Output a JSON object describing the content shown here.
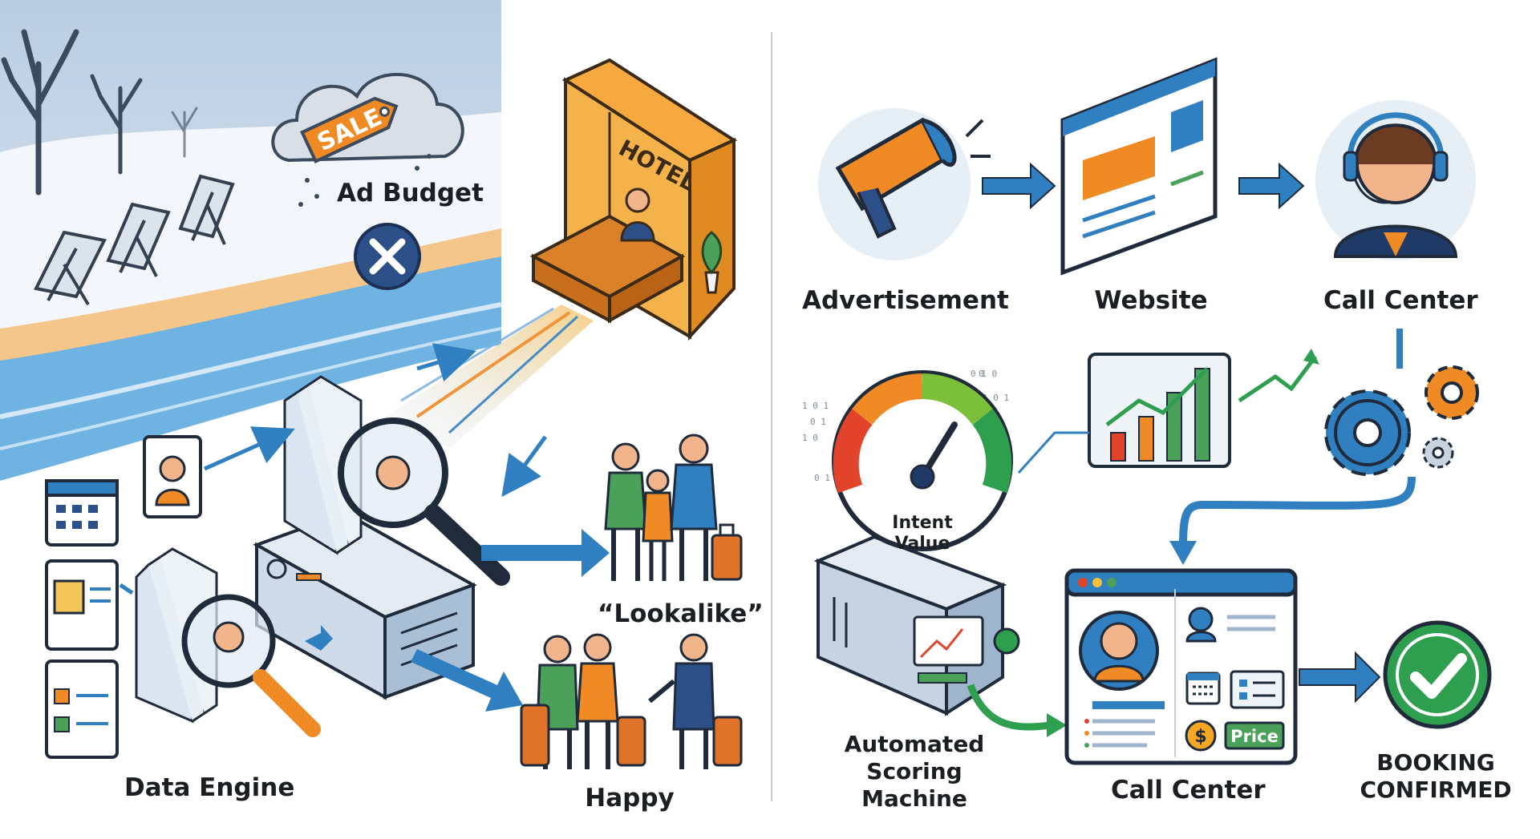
{
  "left_panel": {
    "sale_tag": "SALE",
    "ad_budget": "Ad Budget",
    "hotel_sign": "HOTEL",
    "lookalike": "“Lookalike”",
    "happy": "Happy",
    "data_engine": "Data Engine"
  },
  "right_panel": {
    "flow_top": [
      "Advertisement",
      "Website",
      "Call Center"
    ],
    "gauge_label": "Intent Value",
    "scoring_machine": "Automated Scoring Machine",
    "call_center_bottom": "Call Center",
    "price_chip": "Price",
    "booking": "BOOKING CONFIRMED"
  },
  "colors": {
    "accent_blue": "#2f7fc1",
    "accent_orange": "#f08a24",
    "accent_green": "#2e9e4f",
    "outline": "#1f2a3a"
  },
  "icons": [
    "leafless-tree-icon",
    "beach-chair-icon",
    "cloud-icon",
    "sale-tag-icon",
    "close-icon",
    "hotel-icon",
    "receptionist-icon",
    "family-icon",
    "suitcase-icon",
    "calendar-icon",
    "profile-card-icon",
    "server-icon",
    "magnifier-icon",
    "megaphone-icon",
    "browser-icon",
    "agent-headset-icon",
    "gauge-icon",
    "bar-chart-icon",
    "gear-icon",
    "checkmark-icon",
    "dollar-icon"
  ]
}
